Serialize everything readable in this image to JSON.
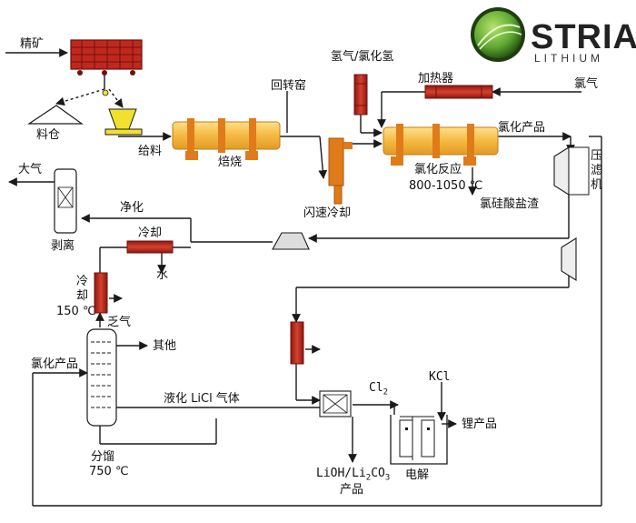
{
  "brand": {
    "name": "STRIA",
    "sub": "LITHIUM",
    "colors": {
      "ring": "#2f6b1a",
      "fill": "#7cc242",
      "dark": "#1f3d10",
      "text": "#222222"
    }
  },
  "labels": {
    "ore": "精矿",
    "bin": "料仓",
    "feed": "给料",
    "kiln": "回转窑",
    "roast": "焙烧",
    "flash": "闪速冷却",
    "h2": "氢气/氯化氢",
    "heater": "加热器",
    "cl_gas": "氯气",
    "chl_product_top": "氯化产品",
    "chl_reaction": "氯化反应",
    "chl_temp": "800-1050 ℃",
    "residue": "氯硅酸盐渣",
    "filter": "压滤机",
    "atmosphere": "大气",
    "purify": "净化",
    "strip": "剥离",
    "cool_top": "冷却",
    "water": "水",
    "cool_left": "冷却",
    "cool_temp": "150 ℃",
    "exhaust": "乏气",
    "other": "其他",
    "chl_product_left": "氯化产品",
    "liquid_licl": "液化 LiCl 气体",
    "distill": "分馏",
    "distill_temp": "750 ℃",
    "cl2": "Cl",
    "cl2_sub": "2",
    "kcl": "KCl",
    "li_product": "锂产品",
    "lioh_a": "LiOH/Li",
    "lioh_sub": "2",
    "lioh_b": "CO",
    "lioh_sub2": "3",
    "lioh_product": "产品",
    "electrolysis": "电解"
  },
  "colors": {
    "line": "#1a1a1a",
    "kiln": "#f5b942",
    "kiln_dark": "#e07b1a",
    "red": "#c0281e",
    "red_dark": "#6e120c",
    "yellow": "#f2e030",
    "gray": "#dddddd"
  }
}
